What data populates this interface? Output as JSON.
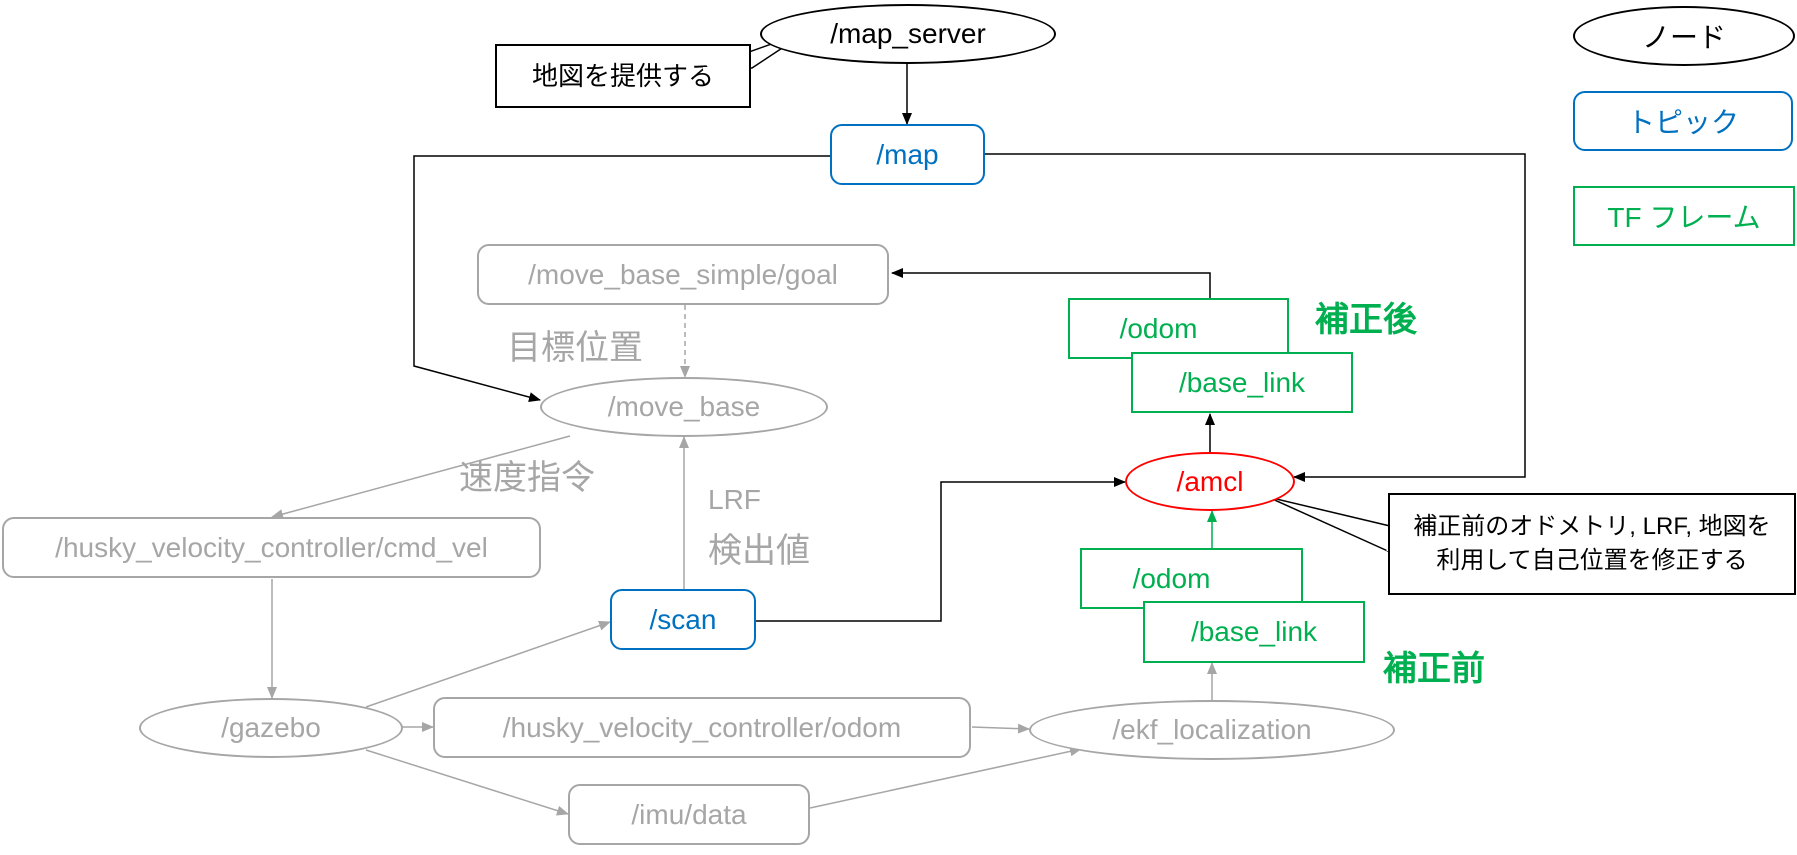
{
  "nodes": {
    "map_server": "/map_server",
    "map_topic": "/map",
    "goal_topic": "/move_base_simple/goal",
    "move_base": "/move_base",
    "cmd_vel_topic": "/husky_velocity_controller/cmd_vel",
    "gazebo": "/gazebo",
    "scan_topic": "/scan",
    "odom_topic": "/husky_velocity_controller/odom",
    "imu_topic": "/imu/data",
    "ekf": "/ekf_localization",
    "amcl": "/amcl"
  },
  "frames": {
    "after": {
      "odom": "/odom",
      "base_link": "/base_link",
      "label": "補正後"
    },
    "before": {
      "odom": "/odom",
      "base_link": "/base_link",
      "label": "補正前"
    }
  },
  "labels": {
    "goal_position": "目標位置",
    "velocity_command": "速度指令",
    "lrf_line1": "LRF",
    "lrf_line2": "検出値"
  },
  "callouts": {
    "map_server_note": "地図を提供する",
    "amcl_note_line1": "補正前のオドメトリ, LRF, 地図を",
    "amcl_note_line2": "利用して自己位置を修正する"
  },
  "legend": {
    "node": "ノード",
    "topic": "トピック",
    "tf_frame": "TF フレーム"
  },
  "colors": {
    "node": "#000000",
    "topic": "#0070c0",
    "tf_frame": "#00b050",
    "amcl": "#ff0000",
    "inactive": "#a6a6a6"
  }
}
